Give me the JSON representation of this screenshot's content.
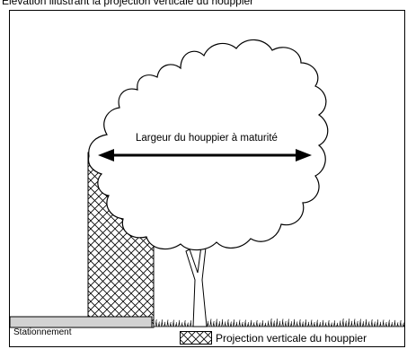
{
  "figure": {
    "title": "Élévation illustrant la projection verticale du houppier"
  },
  "labels": {
    "crown_width": "Largeur du houppier à maturité",
    "parking": "Stationnement"
  },
  "legend": {
    "hatch_label": "Projection verticale du houppier"
  }
}
